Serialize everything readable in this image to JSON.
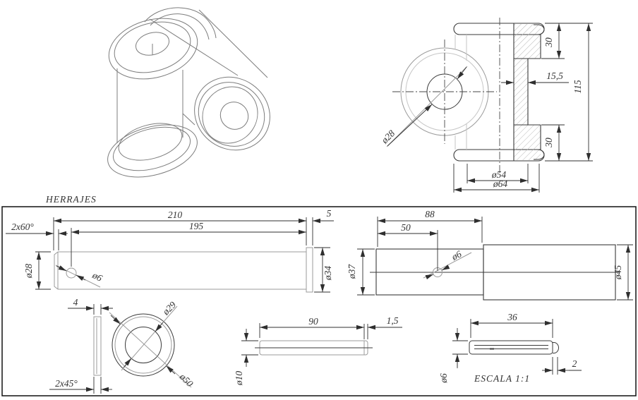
{
  "page": {
    "title": "HERRAJES",
    "scale_note": "ESCALA 1:1"
  },
  "colors": {
    "background": "#ffffff",
    "outline_dark": "#3a3a3a",
    "outline_gray": "#9b9b9b",
    "dimension": "#2f2f2f",
    "hatch": "#b8b8b8",
    "text": "#333333"
  },
  "front_section_view": {
    "bore_diameter": "ø28",
    "hub_top": "30",
    "wall_thickness": "15,5",
    "overall_height": "115",
    "hub_bottom": "30",
    "barrel_diameter": "ø54",
    "flange_diameter": "ø64"
  },
  "axle": {
    "overall_length": "210",
    "hole_position": "195",
    "head_width": "5",
    "end_chamfer": "2x60°",
    "shaft_diameter": "ø28",
    "hole_diameter": "ø6",
    "head_diameter": "ø34"
  },
  "bushing": {
    "small_section_length": "88",
    "hole_position": "50",
    "hole_diameter": "ø6",
    "small_diameter": "ø37",
    "large_diameter": "ø45"
  },
  "washer": {
    "thickness": "4",
    "edge_chamfer": "2x45°",
    "inner_diameter": "ø29",
    "outer_diameter": "ø50"
  },
  "pin": {
    "length": "90",
    "end_chamfer": "1,5",
    "diameter": "ø10"
  },
  "grooved_pin": {
    "length": "36",
    "diameter": "ø6",
    "tip_length": "2"
  }
}
